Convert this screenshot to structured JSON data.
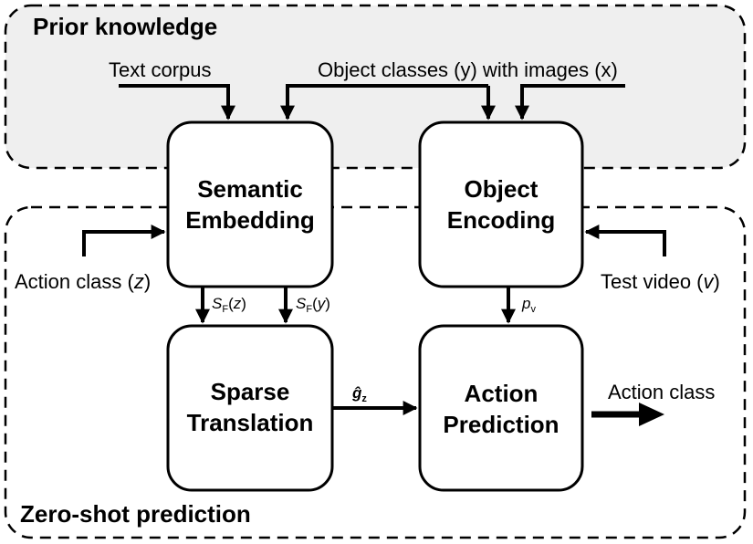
{
  "regions": {
    "prior_knowledge": "Prior knowledge",
    "zero_shot": "Zero-shot prediction"
  },
  "inputs": {
    "text_corpus": "Text corpus",
    "object_classes": "Object classes (y) with images (x)",
    "action_class_prefix": "Action class (",
    "action_class_var": "z",
    "action_class_suffix": ")",
    "test_video_prefix": "Test video (",
    "test_video_var": "v",
    "test_video_suffix": ")"
  },
  "boxes": {
    "semantic_embedding": {
      "line1": "Semantic",
      "line2": "Embedding"
    },
    "object_encoding": {
      "line1": "Object",
      "line2": "Encoding"
    },
    "sparse_translation": {
      "line1": "Sparse",
      "line2": "Translation"
    },
    "action_prediction": {
      "line1": "Action",
      "line2": "Prediction"
    }
  },
  "edge_labels": {
    "sf_z": {
      "s": "S",
      "sub": "F",
      "arg": "z"
    },
    "sf_y": {
      "s": "S",
      "sub": "F",
      "arg": "y"
    },
    "p_v": {
      "p": "p",
      "sub": "v"
    },
    "g_z": {
      "g": "ĝ",
      "sub": "z"
    }
  },
  "output": {
    "label": "Action class"
  },
  "colors": {
    "prior_fill": "#efefef",
    "stroke": "#000000",
    "box_fill": "#ffffff"
  }
}
